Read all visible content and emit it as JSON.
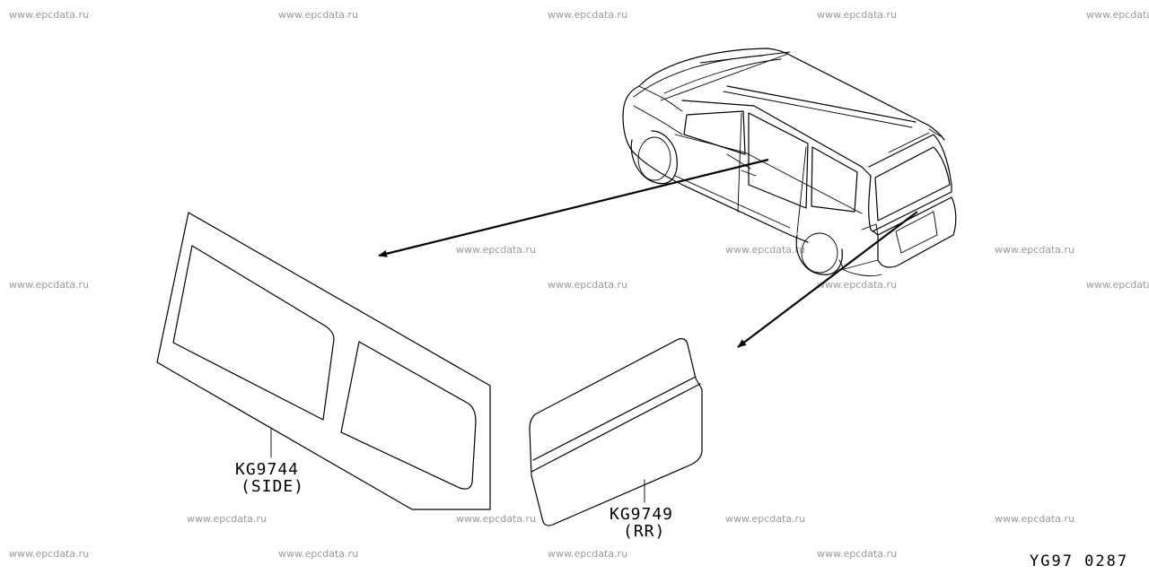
{
  "watermark": "www.epcdata.ru",
  "parts": {
    "side": {
      "number": "KG9744",
      "position": "(SIDE)"
    },
    "rear": {
      "number": "KG9749",
      "position": "(RR)"
    }
  },
  "diagram_code": "YG97 0287"
}
